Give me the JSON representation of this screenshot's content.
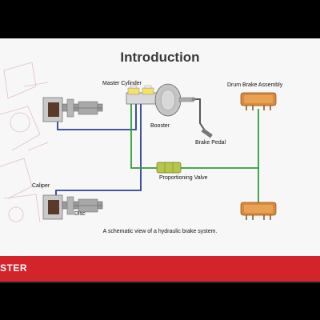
{
  "slide": {
    "title": "Introduction",
    "caption": "A schematic view of a hydraulic brake system.",
    "footer_brand": "STER"
  },
  "labels": {
    "master_cylinder": "Master Cylinder",
    "booster": "Booster",
    "brake_pedal": "Brake Pedal",
    "drum_brake_assembly": "Drum Brake Assembly",
    "proportioning_valve": "Proportioning Valve",
    "caliper": "Caliper",
    "disc": "Disc"
  },
  "colors": {
    "accent_red": "#d3232b",
    "front_line_blue": "#2b3f8f",
    "rear_line_green": "#2e9e3a",
    "valve_yellow_green": "#b7c64a"
  }
}
